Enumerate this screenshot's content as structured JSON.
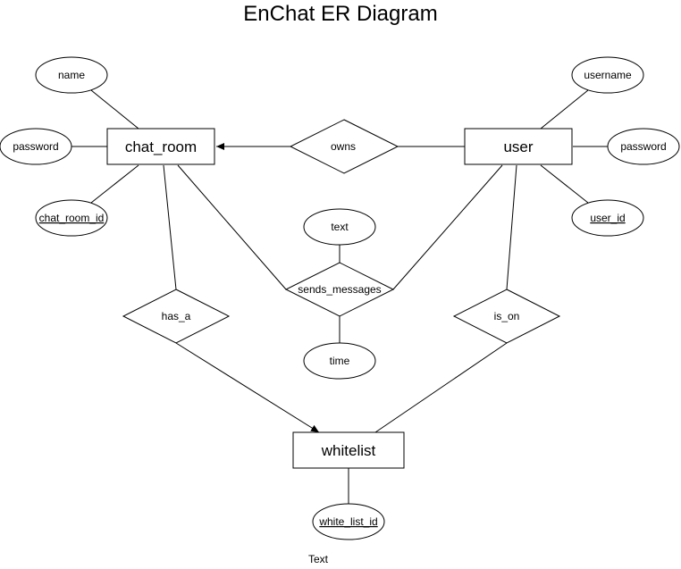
{
  "title": "EnChat ER Diagram",
  "entities": {
    "chat_room": "chat_room",
    "user": "user",
    "whitelist": "whitelist"
  },
  "relationships": {
    "owns": "owns",
    "sends_messages": "sends_messages",
    "has_a": "has_a",
    "is_on": "is_on"
  },
  "attributes": {
    "chat_room_name": "name",
    "chat_room_password": "password",
    "chat_room_id": "chat_room_id",
    "user_username": "username",
    "user_password": "password",
    "user_id": "user_id",
    "message_text": "text",
    "message_time": "time",
    "white_list_id": "white_list_id"
  },
  "stray_text": "Text"
}
